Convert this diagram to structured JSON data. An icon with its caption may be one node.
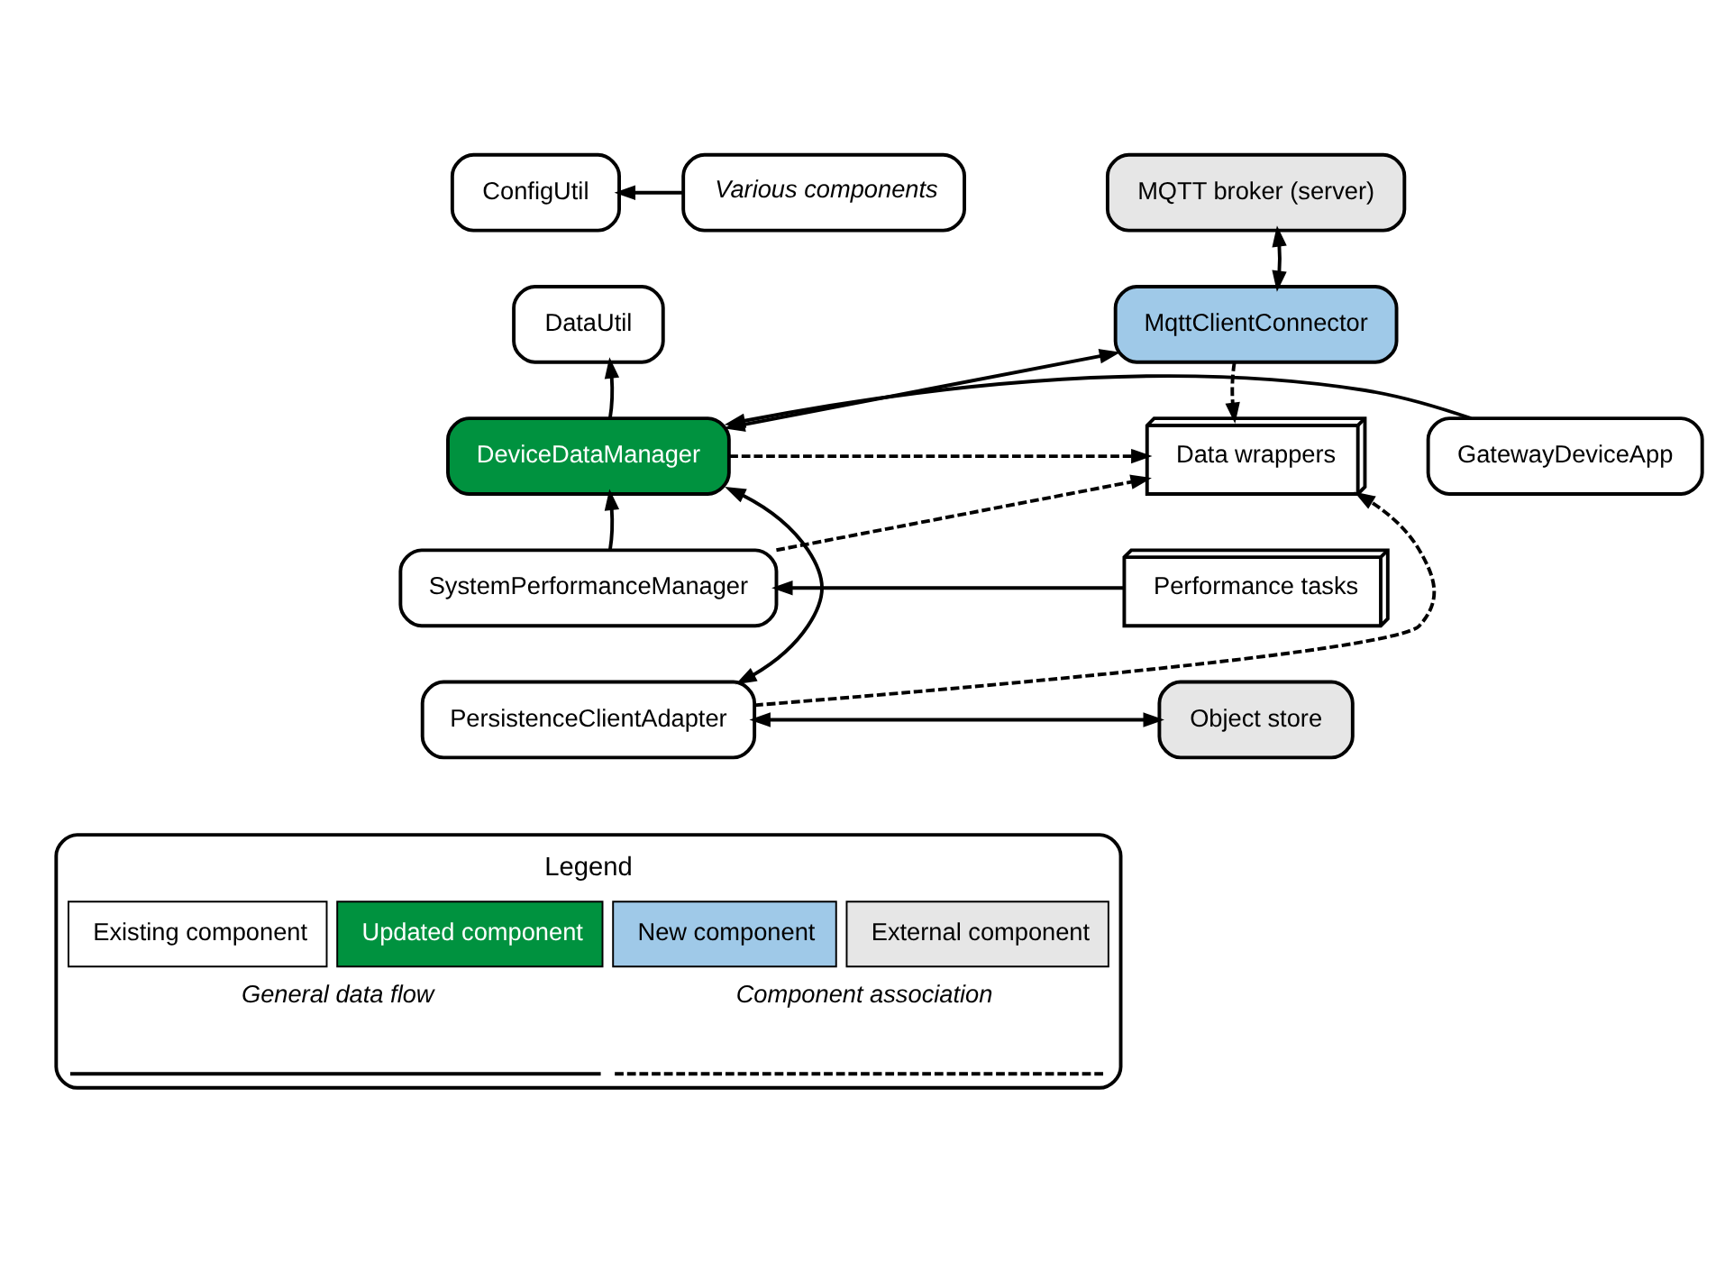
{
  "diagram": {
    "nodes": [
      {
        "text": [
          "ConfigUtil"
        ]
      },
      {
        "text": [
          "Various components"
        ]
      },
      {
        "text": [
          "MQTT broker (server)"
        ]
      },
      {
        "text": [
          "DataUtil"
        ]
      },
      {
        "text": [
          "MqttClientConnector"
        ]
      },
      {
        "text": [
          "GatewayDeviceApp"
        ]
      },
      {
        "text": [
          "DeviceDataManager"
        ]
      },
      {
        "text": [
          "Data wrappers"
        ]
      },
      {
        "text": [
          "SystemPerformanceManager"
        ]
      },
      {
        "text": [
          "Performance tasks"
        ]
      },
      {
        "text": [
          "PersistenceClientAdapter"
        ]
      },
      {
        "text": [
          "Object store"
        ]
      }
    ],
    "edges": [
      {
        "from": 1,
        "to": 0,
        "arrow": "to"
      },
      {
        "from": 4,
        "to": 2,
        "arrow": "both"
      },
      {
        "from": 6,
        "to": 4,
        "arrow": "both"
      },
      {
        "from": 6,
        "to": 3,
        "arrow": "to"
      },
      {
        "from": 4,
        "to": 7,
        "arrow": "to",
        "style": "dashed"
      },
      {
        "from": 5,
        "to": 6,
        "arrow": "to"
      },
      {
        "from": 6,
        "to": 7,
        "arrow": "to",
        "style": "dashed"
      },
      {
        "from": 8,
        "to": 6,
        "arrow": "to"
      },
      {
        "from": 8,
        "to": 7,
        "arrow": "to",
        "style": "dashed"
      },
      {
        "from": 9,
        "to": 8,
        "arrow": "to"
      },
      {
        "from": 10,
        "to": 6,
        "arrow": "both"
      },
      {
        "from": 10,
        "to": 7,
        "arrow": "to",
        "style": "dashed"
      },
      {
        "from": 10,
        "to": 11,
        "arrow": "both"
      }
    ],
    "labels": [
      "Legend"
    ],
    "legend": [
      {
        "text": "Existing component",
        "color": "#ffffff"
      },
      {
        "text": "Updated component",
        "color": "#00923f"
      },
      {
        "text": "New component",
        "color": "#9fc9e8"
      },
      {
        "text": "External component",
        "color": "#e6e6e6"
      },
      {
        "text": "General data flow"
      },
      {
        "text": "Component association"
      }
    ]
  }
}
